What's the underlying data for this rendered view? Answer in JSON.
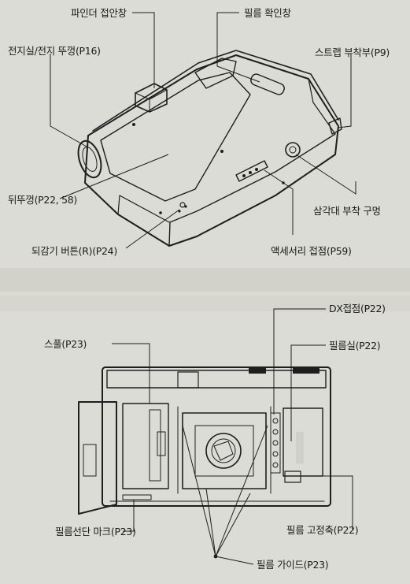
{
  "top_diagram": {
    "labels": {
      "finder_window": "파인더 접안창",
      "battery_cover": "전지실/전지 뚜껑(P16)",
      "film_window": "필름 확인창",
      "strap_mount": "스트랩 부착부(P9)",
      "back_cover": "뒤뚜껑(P22, 58)",
      "tripod_socket": "삼각대 부착 구멍",
      "rewind_button": "되감기 버튼(R)(P24)",
      "accessory_contacts": "액세서리 접점(P59)"
    }
  },
  "bottom_diagram": {
    "labels": {
      "dx_contacts": "DX접점(P22)",
      "spool": "스풀(P23)",
      "film_chamber": "필름실(P22)",
      "film_end_mark": "필름선단 마크(P23)",
      "film_shaft": "필름 고정축(P22)",
      "film_guide": "필름 가이드(P23)"
    }
  }
}
